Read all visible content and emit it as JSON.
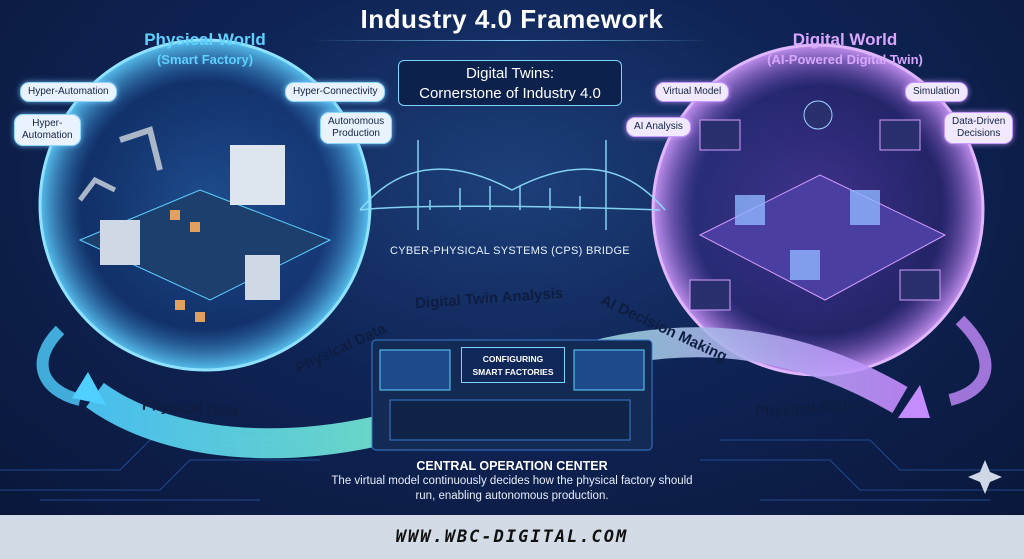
{
  "title": "Industry 4.0 Framework",
  "physical_world": {
    "title": "Physical World",
    "subtitle": "(Smart Factory)"
  },
  "digital_world": {
    "title": "Digital World",
    "subtitle": "(AI-Powered Digital Twin)"
  },
  "physical_labels": [
    "Hyper-Automation",
    "Hyper-\nAutomation",
    "Hyper-Connectivity",
    "Autonomous\nProduction"
  ],
  "digital_labels": [
    "Virtual Model",
    "Simulation",
    "AI Analysis",
    "Data-Driven\nDecisions"
  ],
  "digital_twins_box": {
    "line1": "Digital Twins:",
    "line2": "Cornerstone of Industry 4.0"
  },
  "bridge_label": "CYBER-PHYSICAL SYSTEMS (CPS) BRIDGE",
  "flow_labels": {
    "physical_data_1": "Physical Data",
    "physical_data_2": "Physical Data",
    "digital_twin_analysis": "Digital Twin Analysis",
    "ai_decision": "AI Decision Making",
    "physical_action": "Physical Action"
  },
  "config_screen": "CONFIGURING\nSMART FACTORIES",
  "operation_center": {
    "title": "CENTRAL OPERATION CENTER",
    "description": "The virtual model continuously decides how the physical factory should run, enabling autonomous production."
  },
  "footer": "WWW.WBC-DIGITAL.COM",
  "colors": {
    "physical": "#5fd1ff",
    "digital": "#c58cff",
    "background": "#0f2456",
    "footer": "#d3dce6"
  }
}
